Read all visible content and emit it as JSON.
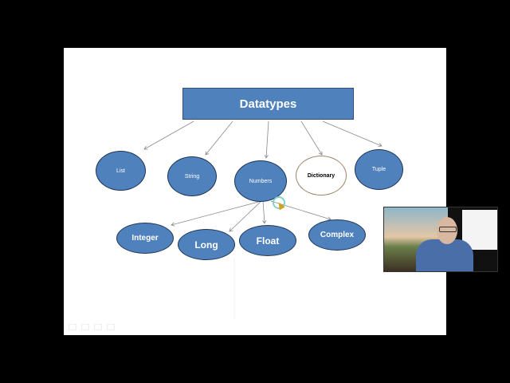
{
  "slide": {
    "title": "Datatypes",
    "level1": [
      {
        "label": "List"
      },
      {
        "label": "String"
      },
      {
        "label": "Numbers"
      },
      {
        "label": "Dictionary"
      },
      {
        "label": "Tuple"
      }
    ],
    "level2": [
      {
        "label": "Integer"
      },
      {
        "label": "Long"
      },
      {
        "label": "Float"
      },
      {
        "label": "Complex"
      }
    ],
    "colors": {
      "fill": "#4f81bd",
      "outline": "#1f3556",
      "dictionary_outline": "#a0866a",
      "background": "#000000"
    }
  },
  "webcam": {
    "label": "presenter-webcam"
  }
}
